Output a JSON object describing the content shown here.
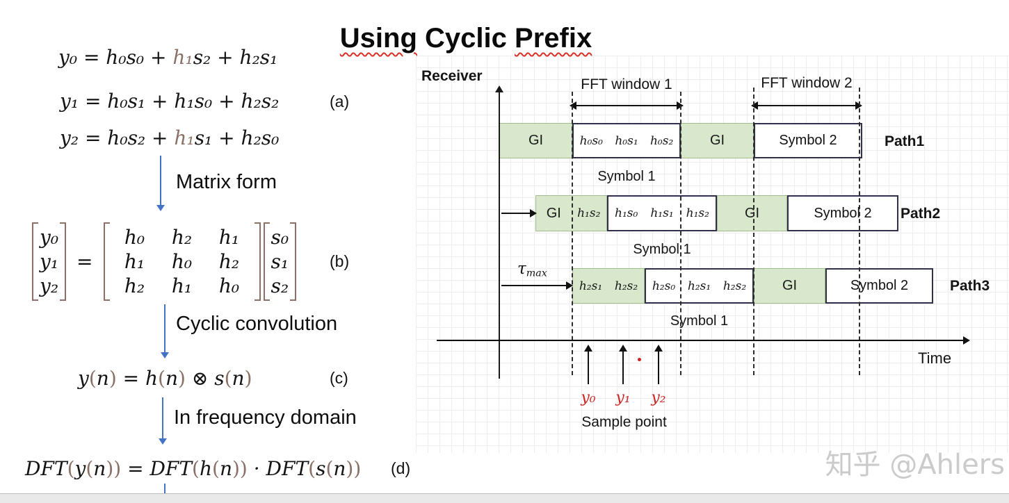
{
  "title": {
    "w1": "Using",
    "w2": "Cyclic",
    "w3": "Prefix"
  },
  "equations": {
    "a": {
      "tag": "(a)",
      "lines": [
        {
          "pre": "y₀ = h₀s₀ + ",
          "hl": "h₁",
          "post": "s₂ + h₂s₁"
        },
        {
          "pre": "y₁ = h₀s₁ + h₁s₀ + h₂s₂",
          "hl": "",
          "post": ""
        },
        {
          "pre": "y₂ = h₀s₂ + ",
          "hl": "h₁",
          "post": "s₁ + h₂s₀"
        }
      ]
    },
    "matrix_form_label": "Matrix form",
    "b": {
      "tag": "(b)",
      "eq": "=",
      "y": [
        "y₀",
        "y₁",
        "y₂"
      ],
      "h": [
        [
          "h₀",
          "h₂",
          "h₁"
        ],
        [
          "h₁",
          "h₀",
          "h₂"
        ],
        [
          "h₂",
          "h₁",
          "h₀"
        ]
      ],
      "s": [
        "s₀",
        "s₁",
        "s₂"
      ]
    },
    "cyclic_conv_label": "Cyclic convolution",
    "c": {
      "tag": "(c)",
      "text": "y(n) = h(n) ⊗ s(n)"
    },
    "freq_domain_label": "In frequency domain",
    "d": {
      "tag": "(d)",
      "text": "DFT(y(n)) = DFT(h(n)) · DFT(s(n))"
    }
  },
  "diagram": {
    "receiver_label": "Receiver",
    "fft_window_1_label": "FFT window 1",
    "fft_window_2_label": "FFT window 2",
    "time_label": "Time",
    "tau": {
      "sym": "τ",
      "sub": "max"
    },
    "paths": {
      "p1": {
        "gi1": "GI",
        "cells": [
          "h₀s₀",
          "h₀s₁",
          "h₀s₂"
        ],
        "gi2": "GI",
        "sym2": "Symbol 2",
        "name": "Path1",
        "sym1": "Symbol 1"
      },
      "p2": {
        "gi1": "GI",
        "cp": "h₁s₂",
        "cells": [
          "h₁s₀",
          "h₁s₁",
          "h₁s₂"
        ],
        "gi2": "GI",
        "sym2": "Symbol 2",
        "name": "Path2",
        "sym1": "Symbol 1"
      },
      "p3": {
        "cp1": "h₂s₁",
        "cp2": "h₂s₂",
        "cells": [
          "h₂s₀",
          "h₂s₁",
          "h₂s₂"
        ],
        "gi": "GI",
        "sym2": "Symbol 2",
        "name": "Path3",
        "sym1": "Symbol 1"
      }
    },
    "samples": {
      "labels": [
        "y₀",
        "y₁",
        "y₂"
      ],
      "caption": "Sample point"
    }
  },
  "watermark": "知乎 @Ahlers",
  "colors": {
    "accent_blue": "#4472c4",
    "math_brown": "#8a7066",
    "gi_green_fill": "#d9e8cc",
    "gi_green_border": "#9fbd8a",
    "box_border": "#30304a",
    "sample_red": "#cc2424",
    "watermark_gray": "#cbcbcb"
  }
}
